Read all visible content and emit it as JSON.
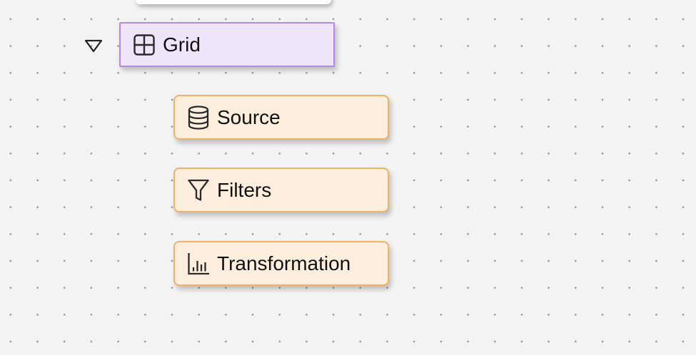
{
  "tree": {
    "parent": {
      "label": "Grid",
      "icon": "grid-icon",
      "expanded": true,
      "accent": "#b589e6",
      "fill": "#efe5fa"
    },
    "children": [
      {
        "label": "Source",
        "icon": "database-icon"
      },
      {
        "label": "Filters",
        "icon": "filter-icon"
      },
      {
        "label": "Transformation",
        "icon": "bar-chart-icon"
      }
    ],
    "child_accent": "#f0b266",
    "child_fill": "#fdeedd"
  }
}
